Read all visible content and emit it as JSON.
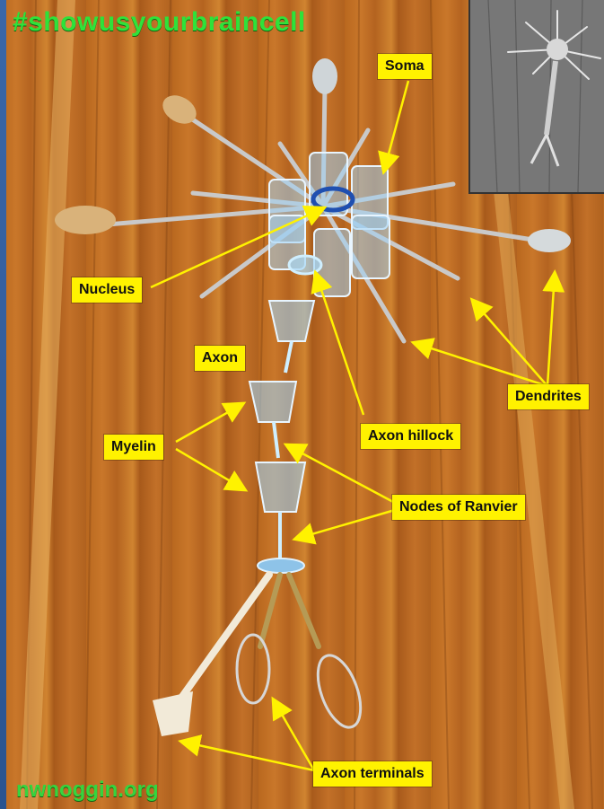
{
  "hashtag": "#showusyourbraincell",
  "website": "nwnoggin.org",
  "labels": {
    "soma": "Soma",
    "nucleus": "Nucleus",
    "axon": "Axon",
    "dendrites": "Dendrites",
    "axon_hillock": "Axon hillock",
    "myelin": "Myelin",
    "nodes_of_ranvier": "Nodes of Ranvier",
    "axon_terminals": "Axon terminals"
  },
  "colors": {
    "label_bg": "#fff200",
    "arrow": "#fff200",
    "hashtag": "#2fe23a",
    "glass": "#9fd0f2"
  }
}
